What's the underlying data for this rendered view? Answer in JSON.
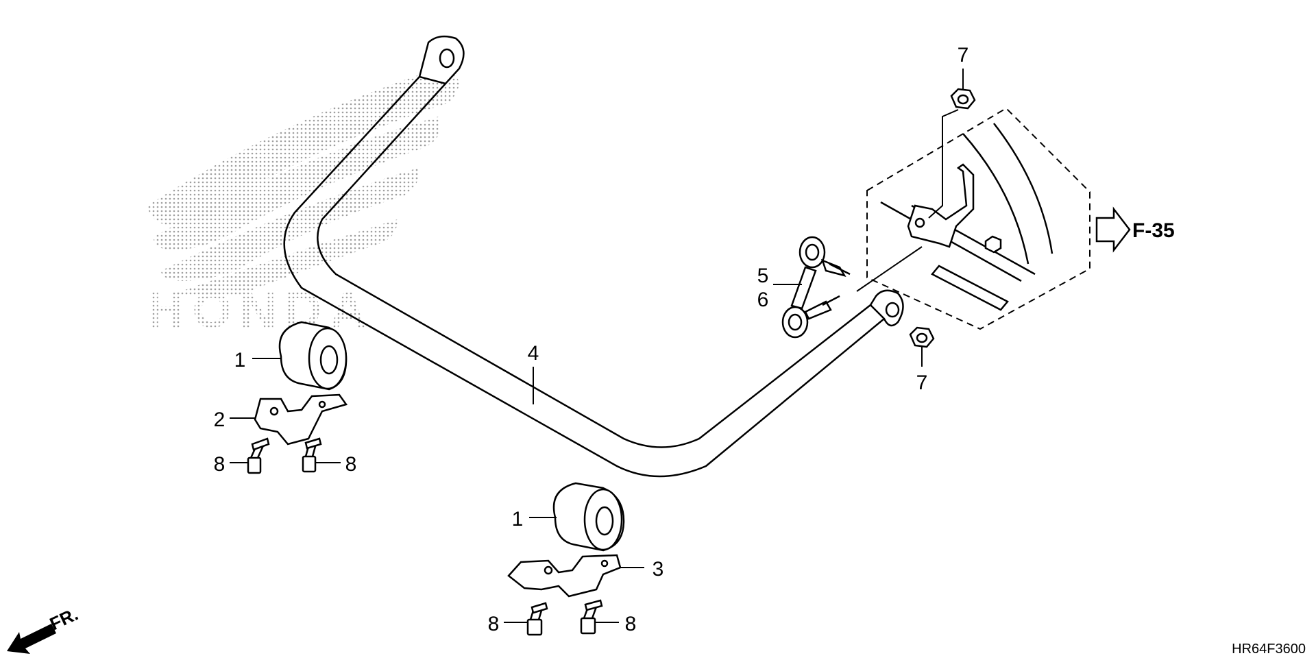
{
  "watermark": {
    "brand_text": "HONDA",
    "logo_icon": "honda-wing-icon"
  },
  "callouts": [
    {
      "id": "c1a",
      "label": "1"
    },
    {
      "id": "c2",
      "label": "2"
    },
    {
      "id": "c8a",
      "label": "8"
    },
    {
      "id": "c8b",
      "label": "8"
    },
    {
      "id": "c4",
      "label": "4"
    },
    {
      "id": "c1b",
      "label": "1"
    },
    {
      "id": "c3",
      "label": "3"
    },
    {
      "id": "c8c",
      "label": "8"
    },
    {
      "id": "c8d",
      "label": "8"
    },
    {
      "id": "c5",
      "label": "5"
    },
    {
      "id": "c6",
      "label": "6"
    },
    {
      "id": "c7a",
      "label": "7"
    },
    {
      "id": "c7b",
      "label": "7"
    }
  ],
  "reference": {
    "label": "F-35",
    "icon": "reference-arrow-icon"
  },
  "direction": {
    "label": "FR.",
    "icon": "front-direction-arrow-icon"
  },
  "diagram_code": "HR64F3600"
}
